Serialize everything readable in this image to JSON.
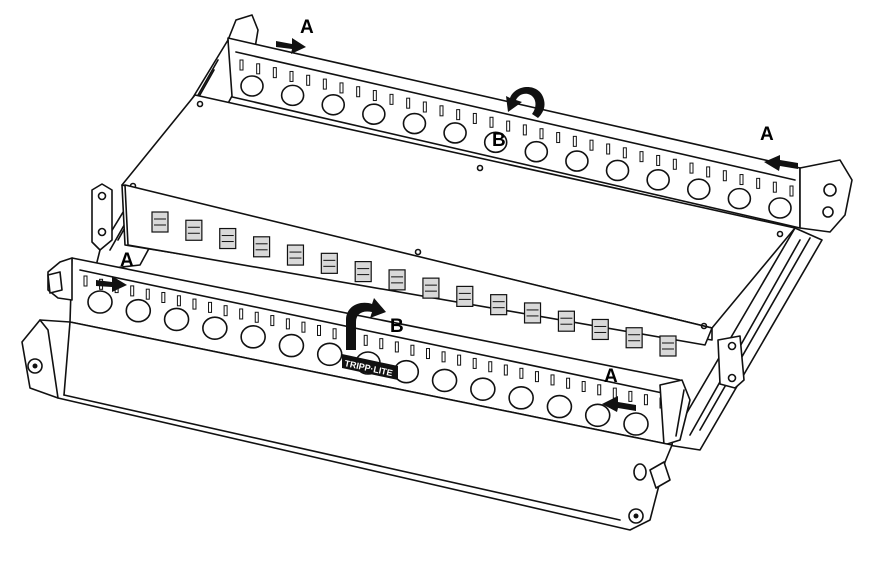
{
  "callouts": {
    "a1": "A",
    "a2": "A",
    "a3": "A",
    "a4": "A",
    "b1": "B",
    "b2": "B"
  },
  "brand": {
    "logo_text": "TRIPP·LITE"
  },
  "colors": {
    "line": "#111111",
    "background": "#ffffff",
    "port": "#d9d9d9"
  },
  "icons": {
    "push_arrow": "arrow-icon",
    "rotate_arrow": "rotate-arrow-icon"
  }
}
